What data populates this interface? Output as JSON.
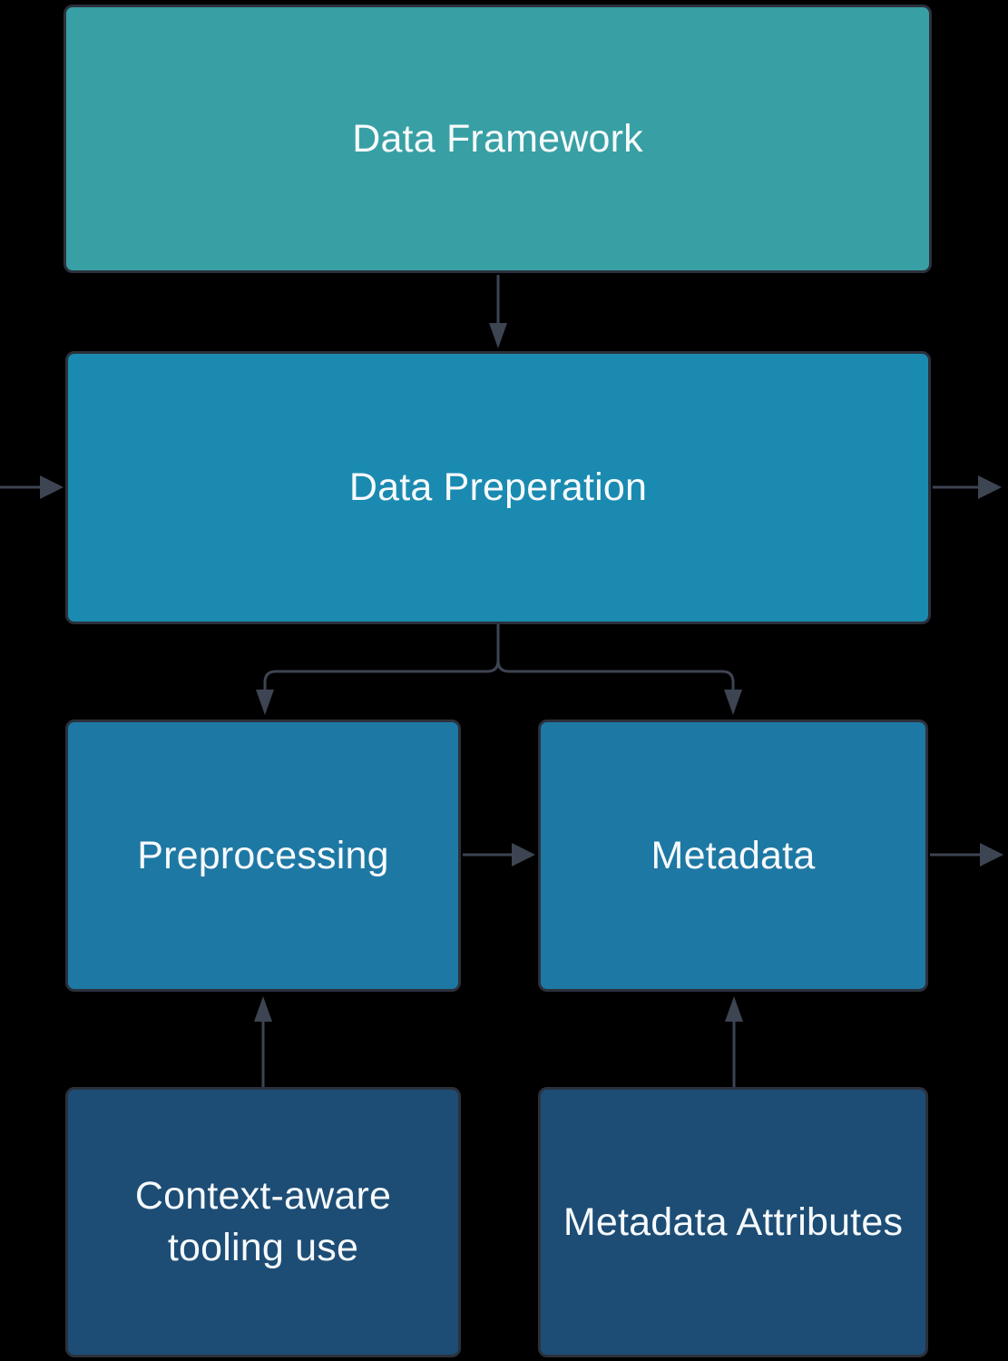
{
  "diagram": {
    "background": "#000000",
    "node_border_color": "#2b313c",
    "arrow_color": "#3d4452",
    "text_color": "#f7fafc",
    "nodes": [
      {
        "id": "data-framework",
        "label": "Data Framework",
        "color": "#38a0a4"
      },
      {
        "id": "data-preperation",
        "label": "Data Preperation",
        "color": "#1b8ab1"
      },
      {
        "id": "preprocessing",
        "label": "Preprocessing",
        "color": "#1e78a4"
      },
      {
        "id": "metadata",
        "label": "Metadata",
        "color": "#1e78a4"
      },
      {
        "id": "context-aware-tooling-use",
        "label": "Context-aware tooling use",
        "color": "#1d4d75"
      },
      {
        "id": "metadata-attributes",
        "label": "Metadata Attributes",
        "color": "#1d4d75"
      }
    ],
    "edges": [
      {
        "from": "offscreen-left",
        "to": "data-preperation"
      },
      {
        "from": "data-framework",
        "to": "data-preperation"
      },
      {
        "from": "data-preperation",
        "to": "offscreen-right"
      },
      {
        "from": "data-preperation",
        "to": "preprocessing"
      },
      {
        "from": "data-preperation",
        "to": "metadata"
      },
      {
        "from": "preprocessing",
        "to": "metadata"
      },
      {
        "from": "metadata",
        "to": "offscreen-right"
      },
      {
        "from": "context-aware-tooling-use",
        "to": "preprocessing"
      },
      {
        "from": "metadata-attributes",
        "to": "metadata"
      }
    ]
  }
}
